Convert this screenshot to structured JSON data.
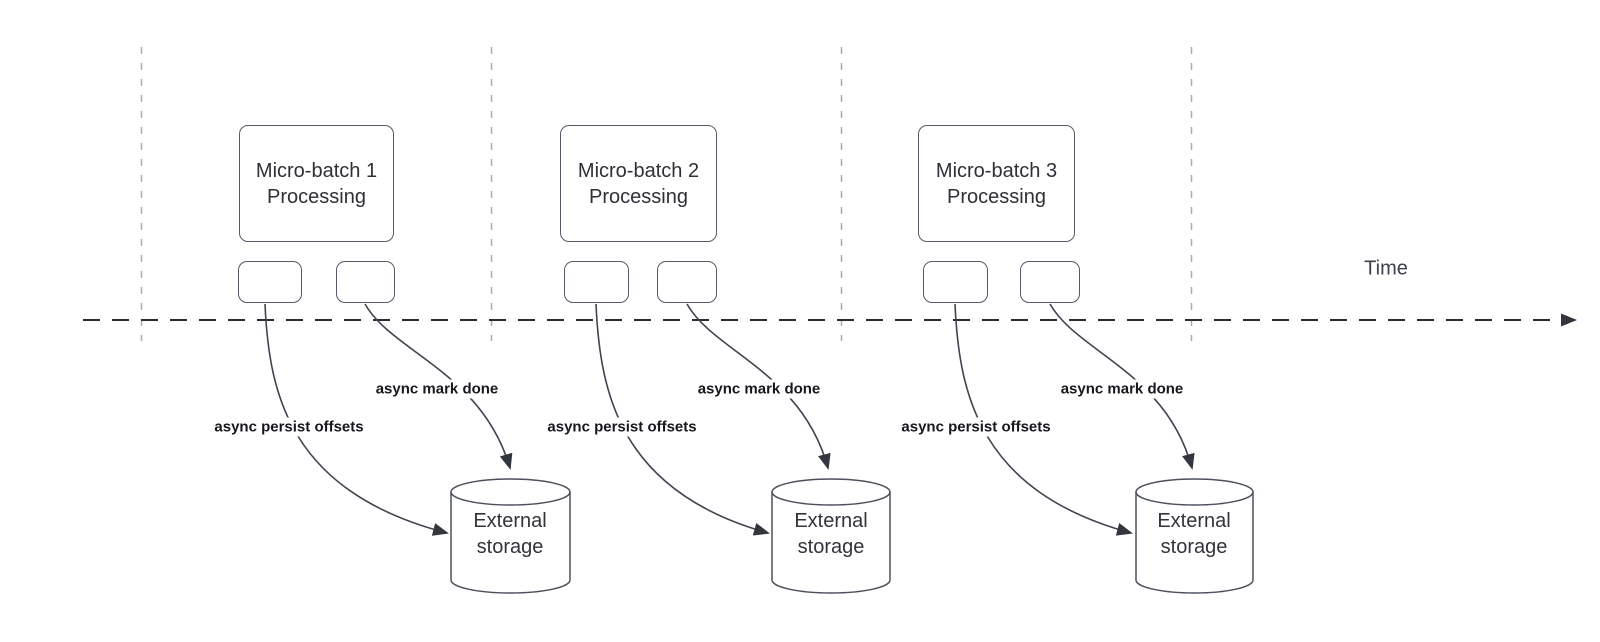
{
  "diagram": {
    "time_axis_label": "Time",
    "batches": [
      {
        "processing_title_line1": "Micro-batch 1",
        "processing_title_line2": "Processing",
        "persist_arrow_label": "async persist offsets",
        "mark_arrow_label": "async mark done",
        "storage_line1": "External",
        "storage_line2": "storage"
      },
      {
        "processing_title_line1": "Micro-batch 2",
        "processing_title_line2": "Processing",
        "persist_arrow_label": "async persist offsets",
        "mark_arrow_label": "async mark done",
        "storage_line1": "External",
        "storage_line2": "storage"
      },
      {
        "processing_title_line1": "Micro-batch 3",
        "processing_title_line2": "Processing",
        "persist_arrow_label": "async persist offsets",
        "mark_arrow_label": "async mark done",
        "storage_line1": "External",
        "storage_line2": "storage"
      }
    ],
    "colors": {
      "background": "#ffffff",
      "shape_stroke": "#545a66",
      "connector_stroke": "#3f4450",
      "timeline_stroke": "#2b2b31",
      "guide_line": "#ababab",
      "text": "#2f2f38",
      "bold_label_text": "#17171d"
    }
  }
}
